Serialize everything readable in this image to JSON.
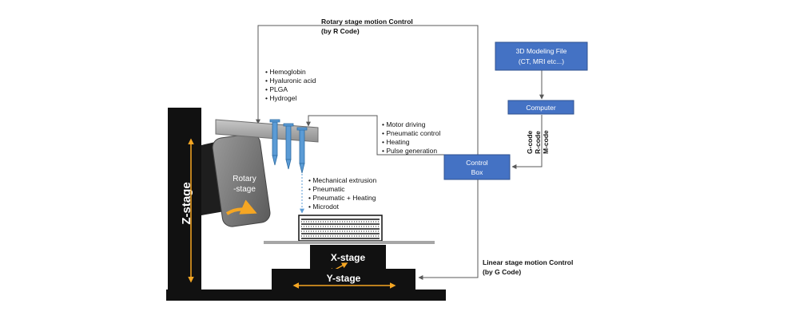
{
  "colors": {
    "box_fill": "#4472c4",
    "box_border": "#2f528f",
    "syringe_blue": "#5b9bd5",
    "stage_black": "#111111",
    "line_gray": "#595959",
    "arrow_orange": "#f5a623",
    "dispense_line": "#5b9bd5"
  },
  "rotary_control": {
    "line1": "Rotary stage motion Control",
    "line2": "(by R Code)"
  },
  "modeling_file": {
    "line1": "3D Modeling File",
    "line2": "(CT, MRI etc...)"
  },
  "computer": {
    "label": "Computer"
  },
  "codes": [
    "G-code",
    "R-code",
    "M-code"
  ],
  "control_box": {
    "line1": "Control",
    "line2": "Box"
  },
  "materials": [
    "Hemoglobin",
    "Hyaluronic acid",
    "PLGA",
    "Hydrogel"
  ],
  "control_functions": [
    "Motor driving",
    "Pneumatic control",
    "Heating",
    "Pulse generation"
  ],
  "dispensing_methods": [
    "Mechanical extrusion",
    "Pneumatic",
    "Pneumatic + Heating",
    "Microdot"
  ],
  "rotary_stage": {
    "line1": "Rotary",
    "line2": "-stage"
  },
  "z_stage": "Z-stage",
  "x_stage": "X-stage",
  "y_stage": "Y-stage",
  "linear_control": {
    "line1": "Linear stage motion Control",
    "line2": "(by G Code)"
  }
}
